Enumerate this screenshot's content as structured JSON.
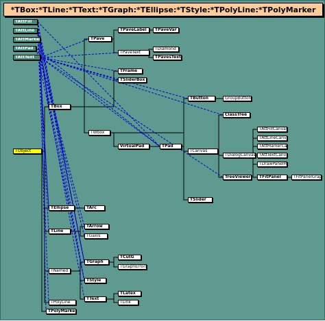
{
  "title": "*TBox:*TLine:*TText:*TGraph:*TEllipse:*TStyle:*TPolyLine:*TPolyMarker",
  "nodes": [
    {
      "id": "TAttFill",
      "label": "TAttFill",
      "kind": "green"
    },
    {
      "id": "TAttLine",
      "label": "TAttLine",
      "kind": "green"
    },
    {
      "id": "TAttMarker",
      "label": "TAttMarker",
      "kind": "green"
    },
    {
      "id": "TAttPad",
      "label": "TAttPad",
      "kind": "green"
    },
    {
      "id": "TAttText",
      "label": "TAttText",
      "kind": "green"
    },
    {
      "id": "TObject",
      "label": "TObject",
      "kind": "yellow"
    },
    {
      "id": "TPave",
      "label": "TPave",
      "kind": "bold"
    },
    {
      "id": "TPaveLabel",
      "label": "TPaveLabel",
      "kind": "bold"
    },
    {
      "id": "TPaveVar",
      "label": "TPaveVar",
      "kind": "bold"
    },
    {
      "id": "TPaveText",
      "label": "TPaveText",
      "kind": "plain"
    },
    {
      "id": "TDiamond",
      "label": "TDiamond",
      "kind": "plain"
    },
    {
      "id": "TPavesText",
      "label": "TPavesText",
      "kind": "bold"
    },
    {
      "id": "TFrame",
      "label": "TFrame",
      "kind": "bold"
    },
    {
      "id": "TSliderBox",
      "label": "TSliderBox",
      "kind": "bold"
    },
    {
      "id": "TBox",
      "label": "TBox",
      "kind": "bold"
    },
    {
      "id": "TWbox",
      "label": "TWbox",
      "kind": "plain"
    },
    {
      "id": "TButton",
      "label": "TButton",
      "kind": "bold"
    },
    {
      "id": "GroupButton",
      "label": "GroupButton",
      "kind": "plain"
    },
    {
      "id": "ClassTree",
      "label": "ClassTree",
      "kind": "bold"
    },
    {
      "id": "VirtualPad",
      "label": "VirtualPad",
      "kind": "bold"
    },
    {
      "id": "TPad",
      "label": "TPad",
      "kind": "bold"
    },
    {
      "id": "TCanvas",
      "label": "TCanvas",
      "kind": "plain"
    },
    {
      "id": "TDialogCanvas",
      "label": "TDialogCanvas",
      "kind": "plain"
    },
    {
      "id": "TAttFillCanvas",
      "label": "TAttFillCanvas",
      "kind": "plain"
    },
    {
      "id": "TAttLineCanvas",
      "label": "TAttLineCanvas",
      "kind": "plain"
    },
    {
      "id": "TAttMarkerCanvas",
      "label": "TAttMarkerCanvas",
      "kind": "plain"
    },
    {
      "id": "TAttTextCanvas",
      "label": "TAttTextCanvas",
      "kind": "plain"
    },
    {
      "id": "TDrawPanelHist",
      "label": "TDrawPanelHist",
      "kind": "plain"
    },
    {
      "id": "TFitPanel",
      "label": "TFitPanel",
      "kind": "bold"
    },
    {
      "id": "TFitPanelGraph",
      "label": "TFitPanelGraph",
      "kind": "plain"
    },
    {
      "id": "TSlider",
      "label": "TSlider",
      "kind": "bold"
    },
    {
      "id": "TreeViewer",
      "label": "TreeViewer",
      "kind": "bold"
    },
    {
      "id": "TEllipse",
      "label": "TEllipse",
      "kind": "bold"
    },
    {
      "id": "TArc",
      "label": "TArc",
      "kind": "bold"
    },
    {
      "id": "TLine",
      "label": "TLine",
      "kind": "bold"
    },
    {
      "id": "TArrow",
      "label": "TArrow",
      "kind": "bold"
    },
    {
      "id": "TGaxis",
      "label": "TGaxis",
      "kind": "plain"
    },
    {
      "id": "TGraph",
      "label": "TGraph",
      "kind": "bold"
    },
    {
      "id": "TCutG",
      "label": "TCutG",
      "kind": "bold"
    },
    {
      "id": "TGraphErrors",
      "label": "TGraphErrors",
      "kind": "plain"
    },
    {
      "id": "TNamed",
      "label": "TNamed",
      "kind": "plain"
    },
    {
      "id": "TStyle",
      "label": "TStyle",
      "kind": "bold"
    },
    {
      "id": "TText",
      "label": "TText",
      "kind": "bold"
    },
    {
      "id": "TLatex",
      "label": "TLatex",
      "kind": "bold"
    },
    {
      "id": "TLink",
      "label": "TLink",
      "kind": "plain"
    },
    {
      "id": "TPolyLine",
      "label": "TPolyLine",
      "kind": "plain"
    },
    {
      "id": "TPolyMarker",
      "label": "TPolyMarker",
      "kind": "bold"
    }
  ],
  "tree_edges": [
    [
      "TObject",
      "TBox"
    ],
    [
      "TObject",
      "TEllipse"
    ],
    [
      "TObject",
      "TLine"
    ],
    [
      "TObject",
      "TNamed"
    ],
    [
      "TObject",
      "TPolyLine"
    ],
    [
      "TObject",
      "TPolyMarker"
    ],
    [
      "TBox",
      "TPave"
    ],
    [
      "TBox",
      "TFrame"
    ],
    [
      "TBox",
      "TSliderBox"
    ],
    [
      "TBox",
      "TWbox"
    ],
    [
      "TPave",
      "TPaveLabel"
    ],
    [
      "TPave",
      "TPaveText"
    ],
    [
      "TPaveLabel",
      "TPaveVar"
    ],
    [
      "TPaveText",
      "TDiamond"
    ],
    [
      "TPaveText",
      "TPavesText"
    ],
    [
      "TWbox",
      "VirtualPad"
    ],
    [
      "TWbox",
      "TButton"
    ],
    [
      "TWbox",
      "TSlider"
    ],
    [
      "VirtualPad",
      "TPad"
    ],
    [
      "TPad",
      "TButton"
    ],
    [
      "TPad",
      "TCanvas"
    ],
    [
      "TPad",
      "TSlider"
    ],
    [
      "TButton",
      "GroupButton"
    ],
    [
      "TCanvas",
      "ClassTree"
    ],
    [
      "TCanvas",
      "TDialogCanvas"
    ],
    [
      "TCanvas",
      "TreeViewer"
    ],
    [
      "TDialogCanvas",
      "TAttFillCanvas"
    ],
    [
      "TDialogCanvas",
      "TAttLineCanvas"
    ],
    [
      "TDialogCanvas",
      "TAttMarkerCanvas"
    ],
    [
      "TDialogCanvas",
      "TAttTextCanvas"
    ],
    [
      "TDialogCanvas",
      "TDrawPanelHist"
    ],
    [
      "TDialogCanvas",
      "TFitPanel"
    ],
    [
      "TFitPanel",
      "TFitPanelGraph"
    ],
    [
      "TEllipse",
      "TArc"
    ],
    [
      "TLine",
      "TArrow"
    ],
    [
      "TLine",
      "TGaxis"
    ],
    [
      "TNamed",
      "TGraph"
    ],
    [
      "TNamed",
      "TStyle"
    ],
    [
      "TNamed",
      "TText"
    ],
    [
      "TGraph",
      "TCutG"
    ],
    [
      "TGraph",
      "TGraphErrors"
    ],
    [
      "TText",
      "TLatex"
    ],
    [
      "TText",
      "TLink"
    ]
  ],
  "attribute_edges": [
    [
      "TAttText",
      "TPave"
    ],
    [
      "TAttText",
      "TPaveText"
    ],
    [
      "TAttText",
      "TFrame"
    ],
    [
      "TAttText",
      "TSliderBox"
    ],
    [
      "TAttText",
      "TButton"
    ],
    [
      "TAttText",
      "ClassTree"
    ],
    [
      "TAttText",
      "TPad"
    ],
    [
      "TAttText",
      "TText"
    ],
    [
      "TAttText",
      "TArrow"
    ],
    [
      "TAttText",
      "TGaxis"
    ],
    [
      "TAttText",
      "TStyle"
    ],
    [
      "TAttText",
      "TreeViewer"
    ],
    [
      "TAttFill",
      "TBox"
    ],
    [
      "TAttFill",
      "TPad"
    ],
    [
      "TAttFill",
      "TGraph"
    ],
    [
      "TAttFill",
      "TEllipse"
    ],
    [
      "TAttLine",
      "TBox"
    ],
    [
      "TAttLine",
      "TLine"
    ],
    [
      "TAttLine",
      "TPolyLine"
    ],
    [
      "TAttLine",
      "TGraph"
    ],
    [
      "TAttLine",
      "TEllipse"
    ],
    [
      "TAttMarker",
      "TPolyMarker"
    ],
    [
      "TAttMarker",
      "TGraph"
    ],
    [
      "TAttMarker",
      "TStyle"
    ],
    [
      "TAttPad",
      "TPad"
    ],
    [
      "TAttPad",
      "TStyle"
    ]
  ],
  "colors": {
    "background": "#5f9a90",
    "tree_line": "#000000",
    "attribute_line": "#0000cc",
    "title_bg": "#ffcc99",
    "root_node": "#ffff00",
    "attribute_node": "#3d8f7e"
  }
}
